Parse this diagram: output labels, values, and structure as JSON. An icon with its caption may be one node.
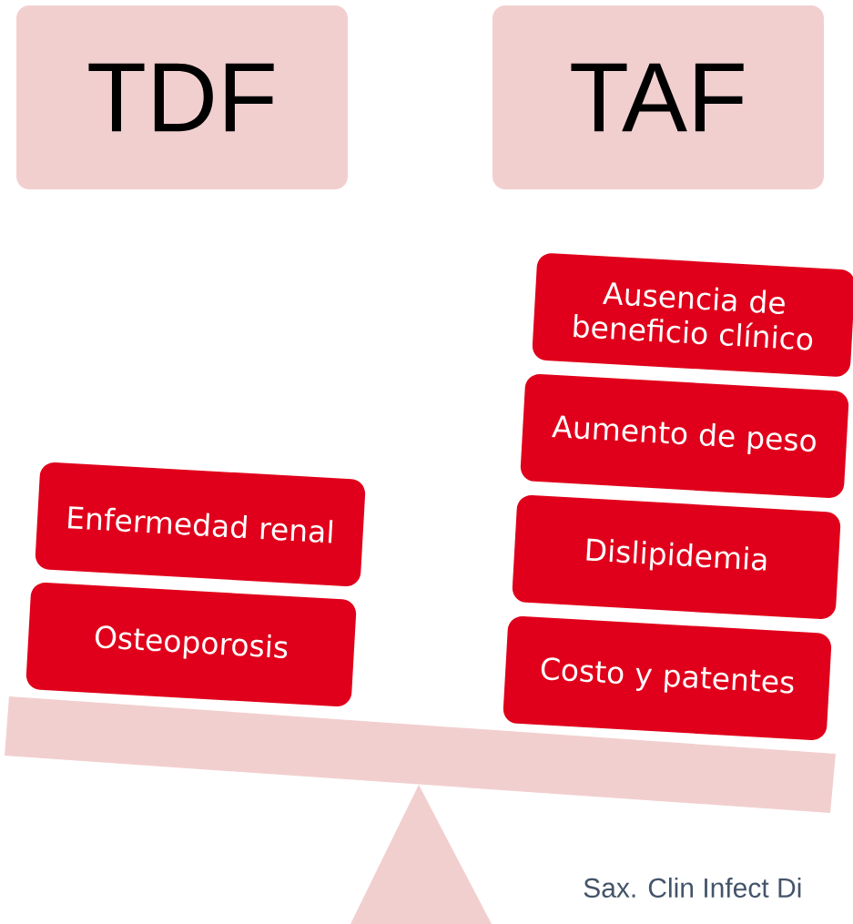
{
  "diagram": {
    "nodes": [
      {
        "text": [
          "TDF"
        ]
      },
      {
        "text": [
          "TAF"
        ]
      },
      {
        "text": [
          "Enfermedad renal"
        ]
      },
      {
        "text": [
          "Osteoporosis"
        ]
      },
      {
        "text": [
          "Ausencia de beneficio clínico"
        ]
      },
      {
        "text": [
          "Aumento de peso"
        ]
      },
      {
        "text": [
          "Dislipidemia"
        ]
      },
      {
        "text": [
          "Costo y patentes"
        ]
      }
    ],
    "labels": [
      "Sax. Clin Infect Di"
    ]
  }
}
